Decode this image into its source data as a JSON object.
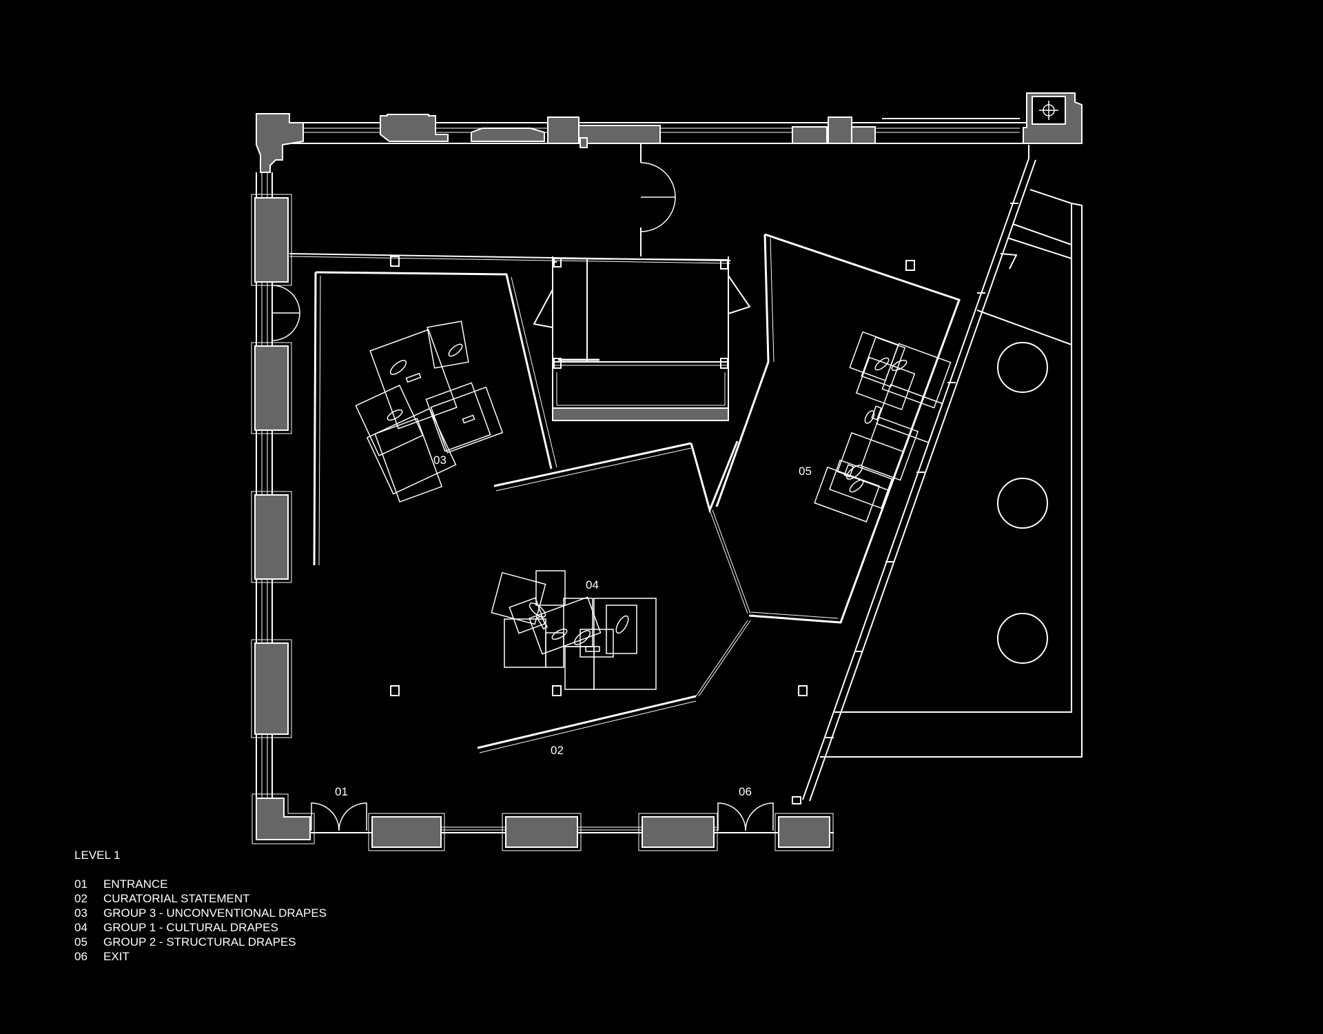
{
  "plan": {
    "level_title": "LEVEL 1",
    "zone_labels": {
      "z01": "01",
      "z02": "02",
      "z03": "03",
      "z04": "04",
      "z05": "05",
      "z06": "06"
    },
    "legend": [
      {
        "num": "01",
        "text": "ENTRANCE"
      },
      {
        "num": "02",
        "text": "CURATORIAL STATEMENT"
      },
      {
        "num": "03",
        "text": "GROUP 3 - UNCONVENTIONAL DRAPES"
      },
      {
        "num": "04",
        "text": "GROUP 1 - CULTURAL DRAPES"
      },
      {
        "num": "05",
        "text": "GROUP 2 - STRUCTURAL DRAPES"
      },
      {
        "num": "06",
        "text": "EXIT"
      }
    ],
    "colors": {
      "background": "#000000",
      "line": "#ffffff",
      "pier_fill": "#666666"
    }
  }
}
